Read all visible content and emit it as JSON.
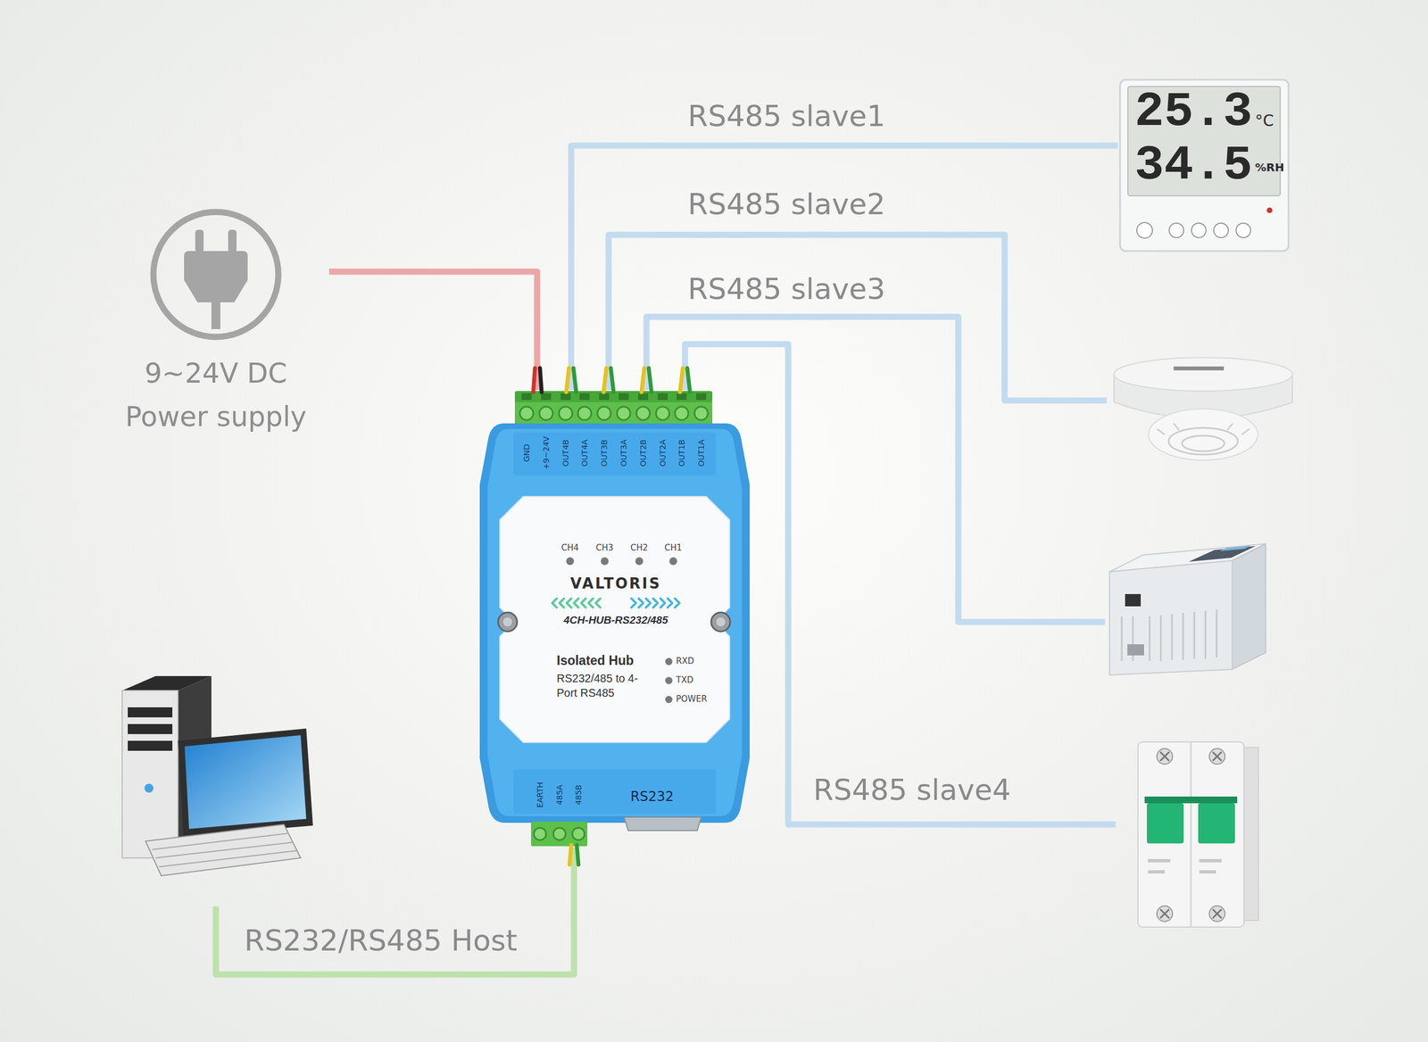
{
  "diagram": {
    "nodes": [
      {
        "text": [
          "9~24V DC Power supply"
        ]
      },
      {
        "text": [
          "VALTORIS",
          "4CH-HUB-RS232/485",
          "Isolated Hub",
          "RS232/485 to 4-Port RS485"
        ]
      },
      {
        "text": [
          "25.3",
          "°C",
          "34.5",
          "%RH"
        ]
      },
      {
        "text": []
      },
      {
        "text": []
      },
      {
        "text": []
      },
      {
        "text": []
      }
    ],
    "edges": [
      {
        "from": 0,
        "to": 1,
        "arrow": "none"
      },
      {
        "from": 1,
        "to": 2,
        "label": "RS485 slave1",
        "arrow": "none"
      },
      {
        "from": 1,
        "to": 3,
        "label": "RS485 slave2",
        "arrow": "none"
      },
      {
        "from": 1,
        "to": 4,
        "label": "RS485 slave3",
        "arrow": "none"
      },
      {
        "from": 1,
        "to": 5,
        "label": "RS485 slave4",
        "arrow": "none"
      },
      {
        "from": 1,
        "to": 6,
        "label": "RS232/RS485 Host",
        "arrow": "none"
      }
    ],
    "labels": [
      "GND",
      "+9~24V",
      "OUT4B",
      "OUT4A",
      "OUT3B",
      "OUT3A",
      "OUT2B",
      "OUT2A",
      "OUT1B",
      "OUT1A",
      "CH4",
      "CH3",
      "CH2",
      "CH1",
      "RXD",
      "TXD",
      "POWER",
      "EARTH",
      "485A",
      "485B",
      "RS232"
    ]
  }
}
